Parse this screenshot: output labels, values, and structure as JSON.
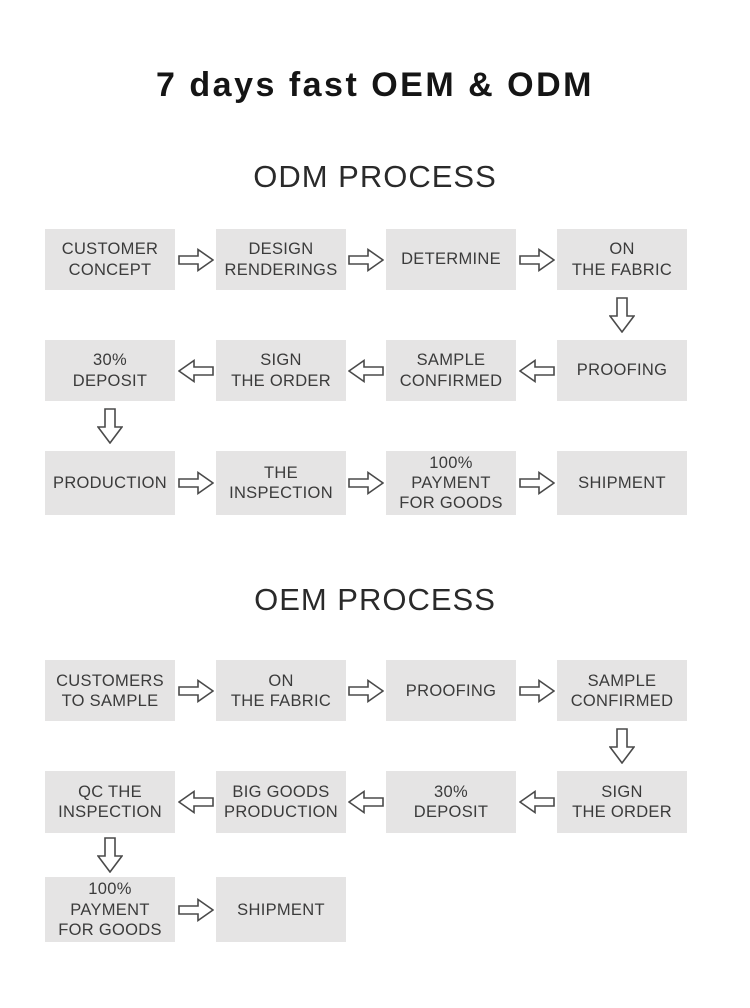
{
  "page": {
    "title": "7 days fast OEM & ODM"
  },
  "theme": {
    "box_bg": "#e5e4e4",
    "box_text": "#3b3b3b",
    "title_color": "#151515",
    "heading_color": "#2a2a2a",
    "arrow_stroke": "#4a4a4a"
  },
  "odm": {
    "heading": "ODM PROCESS",
    "rows": [
      {
        "direction": "right",
        "boxes": [
          "CUSTOMER\nCONCEPT",
          "DESIGN\nRENDERINGS",
          "DETERMINE",
          "ON\nTHE FABRIC"
        ]
      },
      {
        "direction": "left",
        "boxes": [
          "30%\nDEPOSIT",
          "SIGN\nTHE ORDER",
          "SAMPLE\nCONFIRMED",
          "PROOFING"
        ]
      },
      {
        "direction": "right",
        "boxes": [
          "PRODUCTION",
          "THE\nINSPECTION",
          "100%\nPAYMENT\nFOR GOODS",
          "SHIPMENT"
        ]
      }
    ]
  },
  "oem": {
    "heading": "OEM PROCESS",
    "rows": [
      {
        "direction": "right",
        "boxes": [
          "CUSTOMERS\nTO SAMPLE",
          "ON\nTHE FABRIC",
          "PROOFING",
          "SAMPLE\nCONFIRMED"
        ]
      },
      {
        "direction": "left",
        "boxes": [
          "QC THE\nINSPECTION",
          "BIG GOODS\nPRODUCTION",
          "30%\nDEPOSIT",
          "SIGN\nTHE ORDER"
        ]
      },
      {
        "direction": "right",
        "boxes": [
          "100%\nPAYMENT\nFOR GOODS",
          "SHIPMENT"
        ]
      }
    ]
  }
}
